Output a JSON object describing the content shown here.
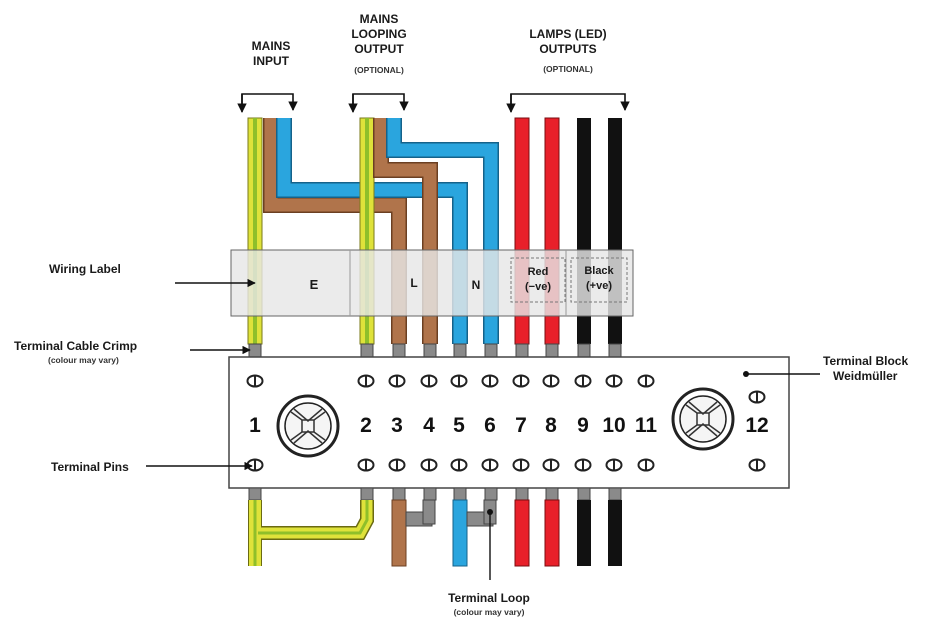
{
  "groups": {
    "mains_input": [
      "MAINS",
      "INPUT"
    ],
    "mains_looping": [
      "MAINS",
      "LOOPING",
      "OUTPUT"
    ],
    "mains_looping_note": "(OPTIONAL)",
    "lamps": [
      "LAMPS (LED)",
      "OUTPUTS"
    ],
    "lamps_note": "(OPTIONAL)"
  },
  "callouts": {
    "wiring_label": "Wiring Label",
    "terminal_cable_crimp": "Terminal Cable Crimp",
    "crimp_note": "(colour may vary)",
    "terminal_pins": "Terminal Pins",
    "terminal_block": [
      "Terminal Block",
      "Weidmüller"
    ],
    "terminal_loop": "Terminal Loop",
    "loop_note": "(colour may vary)"
  },
  "wiring_label_sections": {
    "earth": "E",
    "live": "L",
    "neutral": "N",
    "red": [
      "Red",
      "(−ve)"
    ],
    "black": [
      "Black",
      "(+ve)"
    ]
  },
  "pins": [
    "1",
    "2",
    "3",
    "4",
    "5",
    "6",
    "7",
    "8",
    "9",
    "10",
    "11",
    "12"
  ],
  "colors": {
    "earth_yellow": "#dfe23a",
    "earth_green": "#8fbf2a",
    "live_brown": "#b0744b",
    "neutral_blue": "#2aa5de",
    "red": "#e8202a",
    "black": "#111111",
    "crimp_grey": "#8a8a8a",
    "block_outline": "#444444"
  }
}
